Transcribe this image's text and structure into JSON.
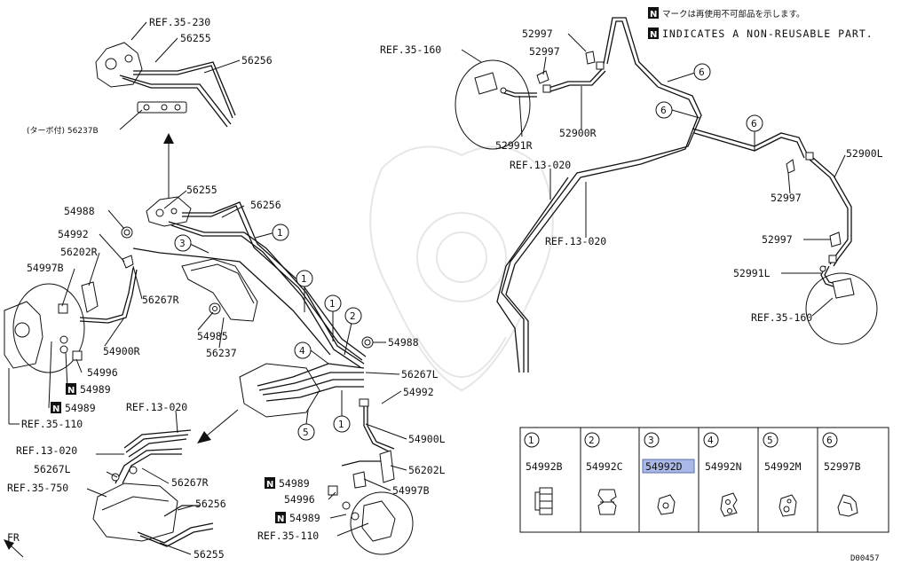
{
  "notes": {
    "jp": "マークは再使用不可部品を示します。",
    "en": "INDICATES A NON-REUSABLE PART.",
    "n_symbol": "N"
  },
  "labels": {
    "ref35_230": "REF.35-230",
    "p56255_top": "56255",
    "p56256_top": "56256",
    "p56237b": "(ターボ付) 56237B",
    "p54988_a": "54988",
    "p56255_mid": "56255",
    "p56256_mid": "56256",
    "p54992_a": "54992",
    "p56202r": "56202R",
    "p54997b_a": "54997B",
    "p56267r": "56267R",
    "p54900r": "54900R",
    "p54985": "54985",
    "p56237": "56237",
    "p54996_a": "54996",
    "p54989_a": "54989",
    "p54989_b": "54989",
    "ref35_110_a": "REF.35-110",
    "p54988_b": "54988",
    "p56267l": "56267L",
    "p54992_b": "54992",
    "p54900l": "54900L",
    "p56202l": "56202L",
    "p54989_c": "54989",
    "p54996_b": "54996",
    "p54997b_b": "54997B",
    "p54989_d": "54989",
    "ref35_110_b": "REF.35-110",
    "ref13_020_a": "REF.13-020",
    "ref13_020_b": "REF.13-020",
    "p56267l_b": "56267L",
    "p56267r_b": "56267R",
    "ref35_750": "REF.35-750",
    "p56256_bot": "56256",
    "p56255_bot": "56255",
    "fr": "FR",
    "ref35_160_a": "REF.35-160",
    "p52997_a": "52997",
    "p52997_b": "52997",
    "p52991r": "52991R",
    "p52900r": "52900R",
    "ref13_020_c": "REF.13-020",
    "ref13_020_d": "REF.13-020",
    "p52900l": "52900L",
    "p52997_c": "52997",
    "p52997_d": "52997",
    "p52991l": "52991L",
    "ref35_160_b": "REF.35-160",
    "doc_code": "D00457"
  },
  "callouts": {
    "c1": "1",
    "c2": "2",
    "c3": "3",
    "c4": "4",
    "c5": "5",
    "c6": "6"
  },
  "legend": [
    {
      "num": "1",
      "part": "54992B"
    },
    {
      "num": "2",
      "part": "54992C"
    },
    {
      "num": "3",
      "part": "54992D"
    },
    {
      "num": "4",
      "part": "54992N"
    },
    {
      "num": "5",
      "part": "54992M"
    },
    {
      "num": "6",
      "part": "52997B"
    }
  ],
  "highlight_color": "#a9b8e6"
}
